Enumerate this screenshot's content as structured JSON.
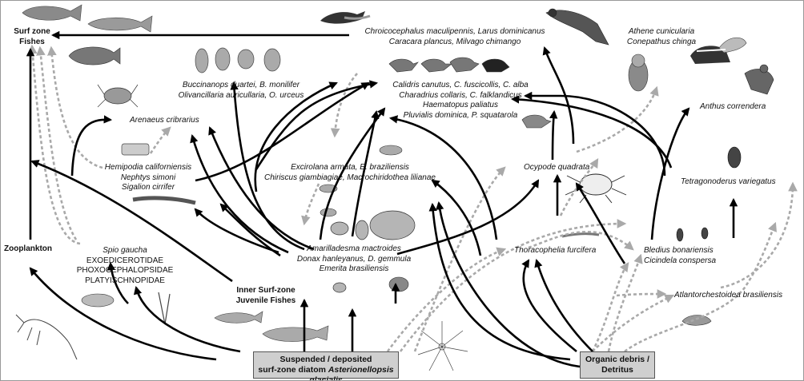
{
  "nodes": {
    "surf_zone_fishes": {
      "line1": "Surf zone",
      "line2": "Fishes"
    },
    "gulls_raptors": {
      "line1": "Chroicocephalus maculipennis, Larus dominicanus",
      "line2": "Caracara plancus, Milvago chimango"
    },
    "owl_skunk": {
      "line1": "Athene cunicularia",
      "line2": "Conepathus chinga"
    },
    "molluscs": {
      "line1": "Buccinanops duartei, B. monilifer",
      "line2": "Olivancillaria auricullaria, O. urceus"
    },
    "shorebirds": {
      "line1": "Calidris canutus, C. fuscicollis, C. alba",
      "line2": "Charadrius collaris, C. falklandicus",
      "line3": "Haematopus paliatus",
      "line4": "Pluvialis dominica, P. squatarola"
    },
    "arenaeus": {
      "line1": "Arenaeus cribrarius"
    },
    "anthus": {
      "line1": "Anthus correndera"
    },
    "polychaetes": {
      "line1": "Hemipodia californiensis",
      "line2": "Nephtys simoni",
      "line3": "Sigalion cirrifer"
    },
    "isopods": {
      "line1": "Excirolana armata, E. braziliensis",
      "line2": "Chiriscus giambiagiae, Macrochiridothea lilianae"
    },
    "ocypode": {
      "line1": "Ocypode quadrata"
    },
    "tetragonoderus": {
      "line1": "Tetragonoderus variegatus"
    },
    "zooplankton": {
      "line1": "Zooplankton"
    },
    "spio": {
      "line1": "Spio gaucha",
      "line2": "EXOEDICEROTIDAE",
      "line3": "PHOXOCEPHALOPSIDAE",
      "line4": "PLATYISCHNOPIDAE"
    },
    "bivalves": {
      "line1": "Amarilladesma mactroides",
      "line2": "Donax hanleyanus, D. gemmula",
      "line3": "Emerita brasiliensis"
    },
    "thoracophelia": {
      "line1": "Thoracophelia furcifera"
    },
    "bledius": {
      "line1": "Bledius bonariensis",
      "line2": "Cicindela conspersa"
    },
    "juvenile_fishes": {
      "line1": "Inner Surf-zone",
      "line2": "Juvenile Fishes"
    },
    "atlantorchestoidea": {
      "line1": "Atlantorchestoidea brasiliensis"
    },
    "diatom": {
      "line1": "Suspended / deposited",
      "line2_plain": "surf-zone diatom ",
      "line2_italic": "Asterionellopsis glacialis"
    },
    "detritus": {
      "line1": "Organic debris /",
      "line2": "Detritus"
    }
  },
  "colors": {
    "solid_arrow": "#000000",
    "dashed_arrow": "#a9a9a9",
    "box_fill": "#cfcfcf",
    "box_border": "#555555"
  },
  "icons": [
    "fish-icon",
    "flatfish-icon",
    "gull-icon",
    "caracara-icon",
    "owl-icon",
    "skunk-icon",
    "meadowlark-icon",
    "snail-shell-icon",
    "shorebird-icon",
    "crab-icon",
    "ghost-crab-icon",
    "beetle-icon",
    "worm-icon",
    "isopod-icon",
    "mole-crab-icon",
    "clam-icon",
    "amphipod-icon",
    "shrimp-icon",
    "diatom-icon",
    "copepod-icon"
  ]
}
